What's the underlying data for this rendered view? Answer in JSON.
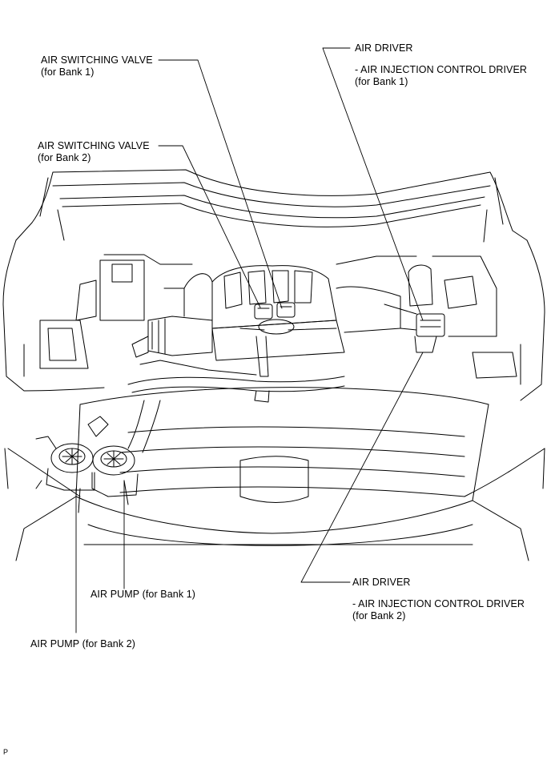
{
  "labels": {
    "switch_bank1": {
      "line1": "AIR SWITCHING VALVE",
      "line2": "(for Bank 1)"
    },
    "switch_bank2": {
      "line1": "AIR SWITCHING VALVE",
      "line2": "(for Bank 2)"
    },
    "driver_bank1": {
      "title": "AIR DRIVER",
      "line1": "- AIR INJECTION CONTROL DRIVER",
      "line2": "(for Bank 1)"
    },
    "driver_bank2": {
      "title": "AIR DRIVER",
      "line1": "- AIR INJECTION CONTROL DRIVER",
      "line2": "(for Bank 2)"
    },
    "pump_bank1": {
      "text": "AIR PUMP (for Bank 1)"
    },
    "pump_bank2": {
      "text": "AIR PUMP (for Bank 2)"
    }
  },
  "figure_ref": "P",
  "colors": {
    "line": "#000000",
    "background": "#ffffff"
  }
}
